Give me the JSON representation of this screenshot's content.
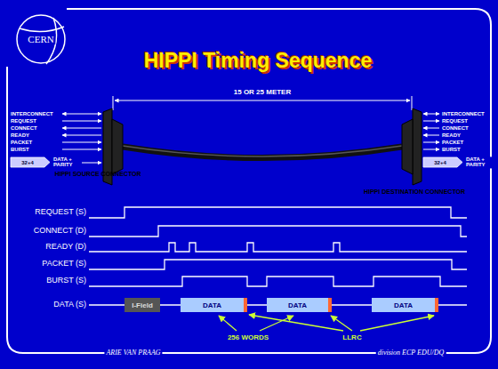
{
  "diagram": {
    "title": "HIPPI Timing Sequence",
    "nodes": [
      {
        "text": [
          "I-Field"
        ]
      },
      {
        "text": [
          "DATA"
        ]
      },
      {
        "text": [
          "DATA"
        ]
      },
      {
        "text": [
          "DATA"
        ]
      }
    ],
    "labels": [
      "CERN",
      "15 OR 25 METER",
      "INTERCONNECT",
      "REQUEST",
      "CONNECT",
      "READY",
      "PACKET",
      "BURST",
      "DATA + PARITY",
      "32+4",
      "HIPPI SOURCE CONNECTOR",
      "INTERCONNECT",
      "REQUEST",
      "CONNECT",
      "READY",
      "PACKET",
      "BURST",
      "DATA + PARITY",
      "32+4",
      "HIPPI DESTINATION CONNECTOR",
      "REQUEST (S)",
      "CONNECT (D)",
      "READY (D)",
      "PACKET (S)",
      "BURST (S)",
      "DATA (S)",
      "256 WORDS",
      "LLRC",
      "ARIE VAN PRAAG",
      "division ECP EDU/DQ"
    ]
  }
}
